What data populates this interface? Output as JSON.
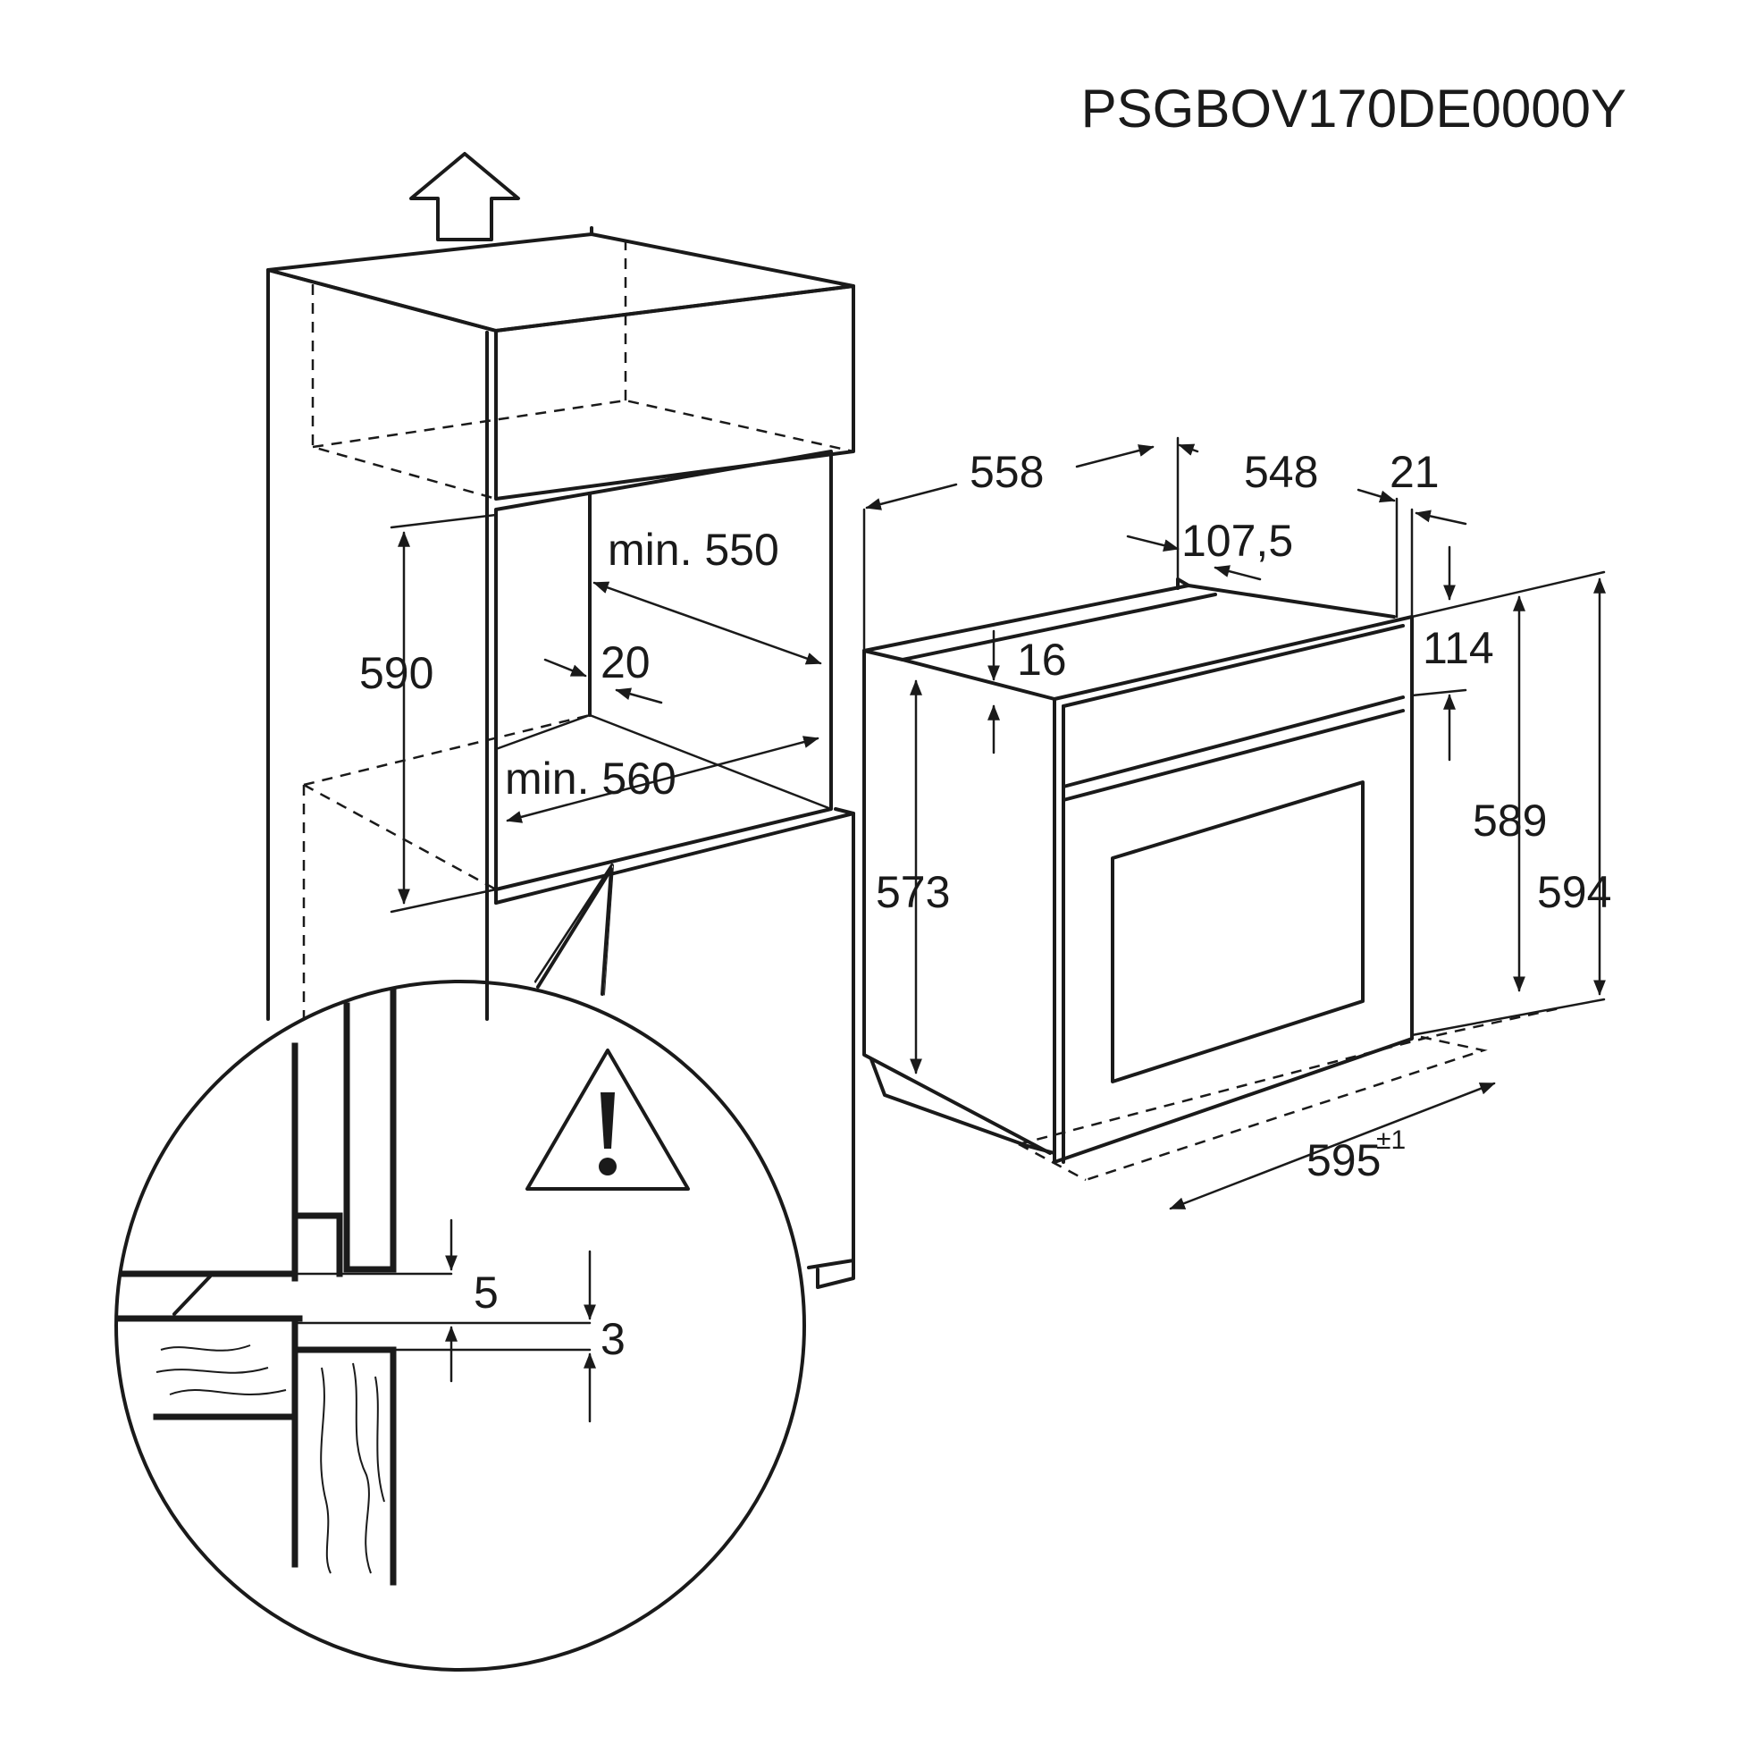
{
  "model_code": "PSGBOV170DE0000Y",
  "cabinet_dimensions": {
    "niche_height": "590",
    "niche_width": "min. 550",
    "niche_depth": "min. 560",
    "rear_gap": "20"
  },
  "oven_dimensions": {
    "depth_total": "558",
    "depth_body": "548",
    "front_thickness": "21",
    "top_offset": "107,5",
    "side_offset": "16",
    "panel_height": "114",
    "body_height": "573",
    "front_height_inner": "589",
    "front_height_outer": "594",
    "width": "595",
    "width_tolerance": "±1"
  },
  "detail_dimensions": {
    "gap_upper": "5",
    "gap_lower": "3"
  },
  "icons": {
    "airflow": "arrow-up-icon",
    "warning": "warning-triangle-icon"
  },
  "colors": {
    "line": "#1a1a1a",
    "background": "#ffffff"
  }
}
